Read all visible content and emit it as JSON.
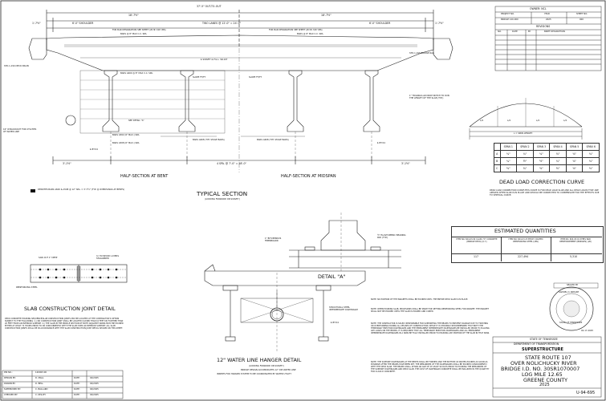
{
  "plan_view": {
    "overall_width": "37'-5\" OUT-TO-OUT",
    "left_dim": "18'-7½\"",
    "right_dim": "18'-7½\"",
    "gutter_left": "1'-7½\"",
    "gutter_right": "1'-7½\"",
    "shoulder_left": "6'-0\" SHOULDER",
    "shoulder_right": "6'-0\" SHOULDER",
    "two_lanes": "TWO LANES @ 12'-0\" = 24'-0\"",
    "bar_note_left": "FOR BAR DESIGNATION SEE SHEET (#?/#-?/#? /BS)",
    "bar_note_right": "FOR BAR DESIGNATION SEE SHEET (#?/#-?/#? /BS)",
    "bars_top_left": "BARS @ 8\" MAX C.C. SPA.",
    "bars_top_right": "BARS @ 8\" MAX C.C. SPA.",
    "survey_note": "℄ SURVEY & F.G.L. SR-107",
    "bars_mid": "BARS A600 @ 8\" MAX C.C. SPA.",
    "slope_left": "SLOPE FT/FT",
    "slope_right": "SLOPE FT/FT",
    "std_bridge_left": "STD-1-1SS DECK DRAIN",
    "std_bridge_right": "STD-1-1SS BRIDGE RAIL",
    "blockout": "16\" Ø BLOCKOUT FOR UTILITIES OF WATER LINE",
    "triangular_note": "1\" TRIANGULAR DROP NOTCH TO RUN THE LENGTH OF THE SLAB (TYP.)",
    "bars_a502": "BARS A502 (6\" MAX.) SPA.",
    "bars_a508": "BARS A508 (6\" MAX.) SPA.",
    "see_detail_a": "SEE DETAIL \"A\"",
    "bars_a608_left": "BARS A608 (TYP. STAGE BARS)",
    "bars_a608_right": "BARS A608 (TYP. STAGE BARS)",
    "bar_spacing_bottom": "4 SPA. @ 7'-0\" = 28'-0\"",
    "edge_left": "3'-1½\"",
    "edge_right": "3'-1½\"",
    "bt_left": "℄ BT-54",
    "bt_right": "℄ BT-54",
    "half_section_left": "HALF-SECTION AT BENT",
    "half_section_right": "HALF-SECTION AT MIDSPAN",
    "legend_text": "DENOTES BARS A600 & A508 @ 12\" SPA. = 3'-7½\" (TYP. @ OVERHANGS AT BENTS)",
    "typical_section": "TYPICAL SECTION",
    "typical_sub": "(LOOKING FORWARD ON SURVEY)"
  },
  "title_block_top": {
    "owner": "OWNER: NCL",
    "headers": [
      "PROJECT NO.",
      "YEAR",
      "SHEET NO."
    ],
    "values": [
      "BRIDGE 120-000",
      "2025",
      "000"
    ],
    "revisions": "REVISIONS",
    "rev_headers": [
      "NO.",
      "DATE",
      "BY",
      "BRIEF DESCRIPTION"
    ],
    "rev_rows": [
      [
        "",
        "",
        "",
        ""
      ],
      [
        "",
        "",
        "",
        ""
      ],
      [
        "",
        "",
        "",
        ""
      ],
      [
        "",
        "",
        "",
        ""
      ],
      [
        "",
        "",
        "",
        ""
      ],
      [
        "",
        "",
        "",
        ""
      ],
      [
        "",
        "",
        "",
        ""
      ],
      [
        "",
        "",
        "",
        ""
      ]
    ]
  },
  "dead_load": {
    "title": "DEAD LOAD CORRECTION CURVE",
    "span_label": "L = SPAN LENGTH",
    "divisions": [
      "L/4",
      "L/4",
      "L/4",
      "L/4"
    ],
    "table_headers": [
      "",
      "SPAN 1",
      "SPAN 2",
      "SPAN 3",
      "SPAN 4",
      "SPAN 5",
      "SPAN 6"
    ],
    "table_rows": [
      [
        "A",
        "⅛\"",
        "¼\"",
        "⅛\"",
        "⅛\"",
        "⅛\"",
        "⅛\""
      ],
      [
        "B",
        "¼\"",
        "½\"",
        "½\"",
        "¼\"",
        "⅛\"",
        "⅛\""
      ],
      [
        "C",
        "⅜\"",
        "¾\"",
        "⅜\"",
        "⅜\"",
        "⅛\"",
        "⅛\""
      ]
    ],
    "note": "DEAD LOAD CORRECTION CURVE-THIS CURVE IS FOR DEAD LOAD SLAB AND ALL DEAD LOADS THAT ARE APPLIED AFTER SLAB IS IN PLACE AND SHOULD BE CORRECTED TO COMPENSATE FOR THE EFFECTS DUE TO VERTICAL CURVE."
  },
  "quantities": {
    "title": "ESTIMATED QUANTITIES",
    "headers": [
      "ITEM NO. 604-03.09 CLASS \"D\" CONCRETE (BRIDGE DECK) (C.Y.)",
      "ITEM NO. 604-03.23 EPOXY COATED REINFORCING STEEL (LBS)",
      "ITEM NO. 604-03.01 STEEL BAR REINFORCEMENT (BRIDGES) (LB)"
    ],
    "values": [
      "117",
      "227,494",
      "5,310"
    ]
  },
  "slab_joint": {
    "title": "SLAB CONSTRUCTION JOINT DETAIL",
    "saw_cut": "SAW CUT 1\" DEEP",
    "plywood": "¾\" PLYWOOD LAYERS STAGGERED",
    "reinforcing": "REINFORCING STEEL",
    "para": "DECK CONCRETE POURING SEQUENCE/SLAB CONSTRUCTION JOINTS MAY BE LOCATED AT THE CONTRACTOR'S OPTION SUBJECT TO THE FOLLOWING: 1.) NO CONSTRUCTION JOINT SHALL BE LOCATED CLOSER THAN 10 FEET OR FURTHER THAN 20 FEET FROM AN INTERIOR SUPPORT. 2.) THE SLAB IN THE MIDDLE SECTION OF BOTH ADJACENT SPANS MUST BE POURED EITHER AT LEAST 72 HOURS PRIOR TO OR CONCURRENTLY WITH THE SLAB OVER AN INTERIOR SUPPORT. ALL SLAB CONSTRUCTION JOINTS SHALL BE IN ACCORDANCE WITH THE SLAB CONSTRUCTION JOINT DETAIL SHOWN ON THIS SHEET."
  },
  "detail_a": {
    "title": "DETAIL \"A\"",
    "bituminous": "1\" BITUMINOUS FIBERBOARD",
    "elastomeric": "½\" ELASTOMERIC BEARING PAD (TYP.)"
  },
  "water_line": {
    "title": "12\" WATER LINE HANGER DETAIL",
    "sub1": "(LOOKING FORWARD ON SURVEY)",
    "sub2": "BRIDGE DESIGN ACCOMODATES 12\" DIP WATER LINE",
    "sub3": "INSERTS FOR HANGER SYSTEM TO BE COORDINATED BY WATER UTILITY",
    "structural_steel": "STRUCTURAL STEEL INTERMEDIATE DIAPHRAGM",
    "bt": "℄ BT-54"
  },
  "notes": [
    "NOTE: NO PORTION OF THE PARAPETS SHALL BE POURED UNTIL THE ENTIRE DECK SLAB IS IN PLACE.",
    "NOTE: WHEN POURING SLAB, PROVISIONS SHALL BE MADE FOR SETTING REINFORCING STEEL FOR PARAPET. THE PARAPET SHALL NOT BE POURED UNTIL THE SLAB IS POURED AND CURED.",
    "NOTE: THE CONTRACTOR IS SOLELY RESPONSIBLE FOR SUPPORTING THE BEAMS TO PREVENT DAMAGE DUE TO TWISTING OR OVERTURNING DURING ALL PHASES OF CONSTRUCTION. WHILE IT IS STRONGLY RECOMMENDED THAT BOTH THE TEMPORARY ERECTION DIAPHRAGMS AND THE PERMANENT INTERMEDIATE DIAPHRAGMS BE INSTALLED PRIOR TO PLACING ANY LOADS ON THE BEAMS, IT IS REQUIRED THAT ALL TEMPORARY ERECTION DIAPHRAGMS AND ALL PERMANENT INTERMEDIATE DIAPHRAGMS IN A SPAN BE FULLY INSTALLED PRIOR TO POURING ANY PORTION OF THE SLAB IN THAT SPAN.",
    "NOTE: THE SUPPORT DIAPHRAGMS AT THE BENTS SHALL BE FORMED AND THE BOTTOM 18 INCHES POURED AS SOON AS POSSIBLE AFTER THE BEAMS HAVE BEEN SET. THE REMAINDER OF THE DIAPHRAGMS SHALL BE POURED CONCURRENTLY WITH THE DECK SLAB. THE BEAMS SHALL ATTAIN AN AGE OF AT LEAST 90 DAYS PRIOR TO POURING THE REMAINDER OF THE SUPPORT DIAPHRAGMS AND DECK SLAB. THE COST OF DIAPHRAGM CONCRETE SHALL BE INCLUDED IN THE QUANTITY FOR CLASS D CONCRETE."
  ],
  "seal": {
    "label": "SEALED BY",
    "name": "SAMUEL D. BRYANT",
    "state": "STATE OF TENNESSEE",
    "date": "02-17-2025"
  },
  "title_block": {
    "agency1": "STATE OF TENNESSEE",
    "agency2": "DEPARTMENT OF TRANSPORTATION",
    "sheet_type": "SUPERSTRUCTURE",
    "line1": "STATE ROUTE 107",
    "line2": "OVER NOLICHUCKY RIVER",
    "line3": "BRIDGE I.D. NO. 30SR1070007",
    "line4": "LOG MILE 12.65",
    "line5": "GREENE COUNTY",
    "line6": "2025",
    "sheet_id": "U-94-695"
  },
  "designer_block": {
    "rows": [
      [
        "PIN NO.:",
        "120003.00",
        "",
        ""
      ],
      [
        "DESIGN BY:",
        "D. MALL",
        "DATE:",
        "02/2025"
      ],
      [
        "DRAWN BY:",
        "D. BELL",
        "DATE:",
        "02/2025"
      ],
      [
        "SUPERVISED BY:",
        "C. BALLARD",
        "DATE:",
        "02/2025"
      ],
      [
        "CHECKED BY:",
        "C. KELLEY",
        "DATE:",
        "02/2025"
      ]
    ]
  }
}
